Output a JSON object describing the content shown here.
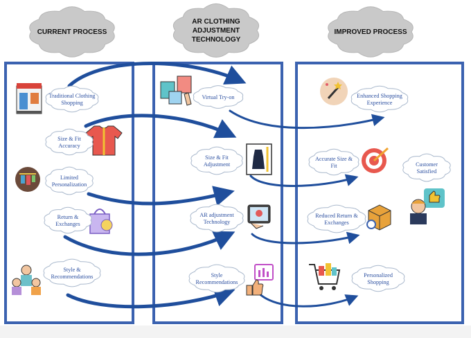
{
  "colors": {
    "frame": "#3b62b0",
    "arrow": "#1f4e9c",
    "header_cloud": "#c9c9c9",
    "step_cloud_fill": "#ffffff",
    "step_cloud_stroke": "#a9b8cc",
    "step_text": "#2b4fa0"
  },
  "columns": [
    {
      "heading": [
        "CURRENT PROCESS"
      ]
    },
    {
      "heading": [
        "AR CLOTHING",
        "ADJUSTMENT",
        "TECHNOLOGY"
      ]
    },
    {
      "heading": [
        "IMPROVED PROCESS"
      ]
    }
  ],
  "current_process": [
    {
      "lines": [
        "Traditional Clothing",
        "Shopping"
      ],
      "icon": "clothing-store-icon"
    },
    {
      "lines": [
        "Size & Fit",
        "Accuracy"
      ],
      "icon": "tshirt-measure-icon"
    },
    {
      "lines": [
        "Limited",
        "Personalization"
      ],
      "icon": "clothes-rack-icon"
    },
    {
      "lines": [
        "Return &",
        "Exchanges"
      ],
      "icon": "shopping-bag-icon"
    },
    {
      "lines": [
        "Style &",
        "Recommendations"
      ],
      "icon": "stylist-team-icon"
    }
  ],
  "ar_technology": [
    {
      "lines": [
        "Virtual Try-on"
      ],
      "icon": "virtual-tryon-icon"
    },
    {
      "lines": [
        "Size & Fit",
        "Adjustment"
      ],
      "icon": "mannequin-ruler-icon"
    },
    {
      "lines": [
        "AR adjustment",
        "Technology"
      ],
      "icon": "ar-tablet-icon"
    },
    {
      "lines": [
        "Style",
        "Recommendations"
      ],
      "icon": "style-like-icon"
    }
  ],
  "improved_process": [
    {
      "lines": [
        "Enhanced Shopping",
        "Experience"
      ],
      "icon": "magic-wand-icon"
    },
    {
      "lines": [
        "Accurate Size &",
        "Fit"
      ],
      "icon": "target-icon"
    },
    {
      "lines": [
        "Customer",
        "Satisfied"
      ],
      "icon": "thumbs-up-customer-icon"
    },
    {
      "lines": [
        "Reduced Return &",
        "Exchanges"
      ],
      "icon": "return-box-icon"
    },
    {
      "lines": [
        "Personalized",
        "Shopping"
      ],
      "icon": "shopping-cart-icon"
    }
  ]
}
